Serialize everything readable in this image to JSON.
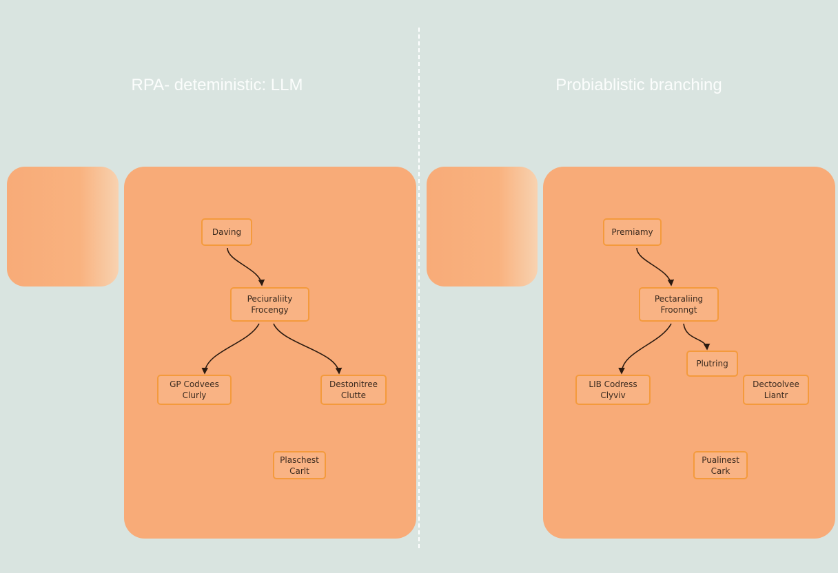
{
  "left": {
    "title": "RPA- deteministic: LLM",
    "nodes": [
      "Daving",
      "Peciuraliity\nFrocengy",
      "GP Codvees\nClurly",
      "Destonitree\nClutte",
      "Plaschest\nCarlt"
    ]
  },
  "right": {
    "title": "Probiablistic branching",
    "nodes": [
      "Premiamy",
      "Pectaraliing\nFroonngt",
      "Plutring",
      "LIB Codress\nClyviv",
      "Dectoolvee\nLiantr",
      "Pualinest\nCark"
    ]
  },
  "colors": {
    "background": "#d9e4e0",
    "panel": "#f8ab78",
    "node_border": "#f49a3c",
    "arrow": "#2a1a10"
  }
}
